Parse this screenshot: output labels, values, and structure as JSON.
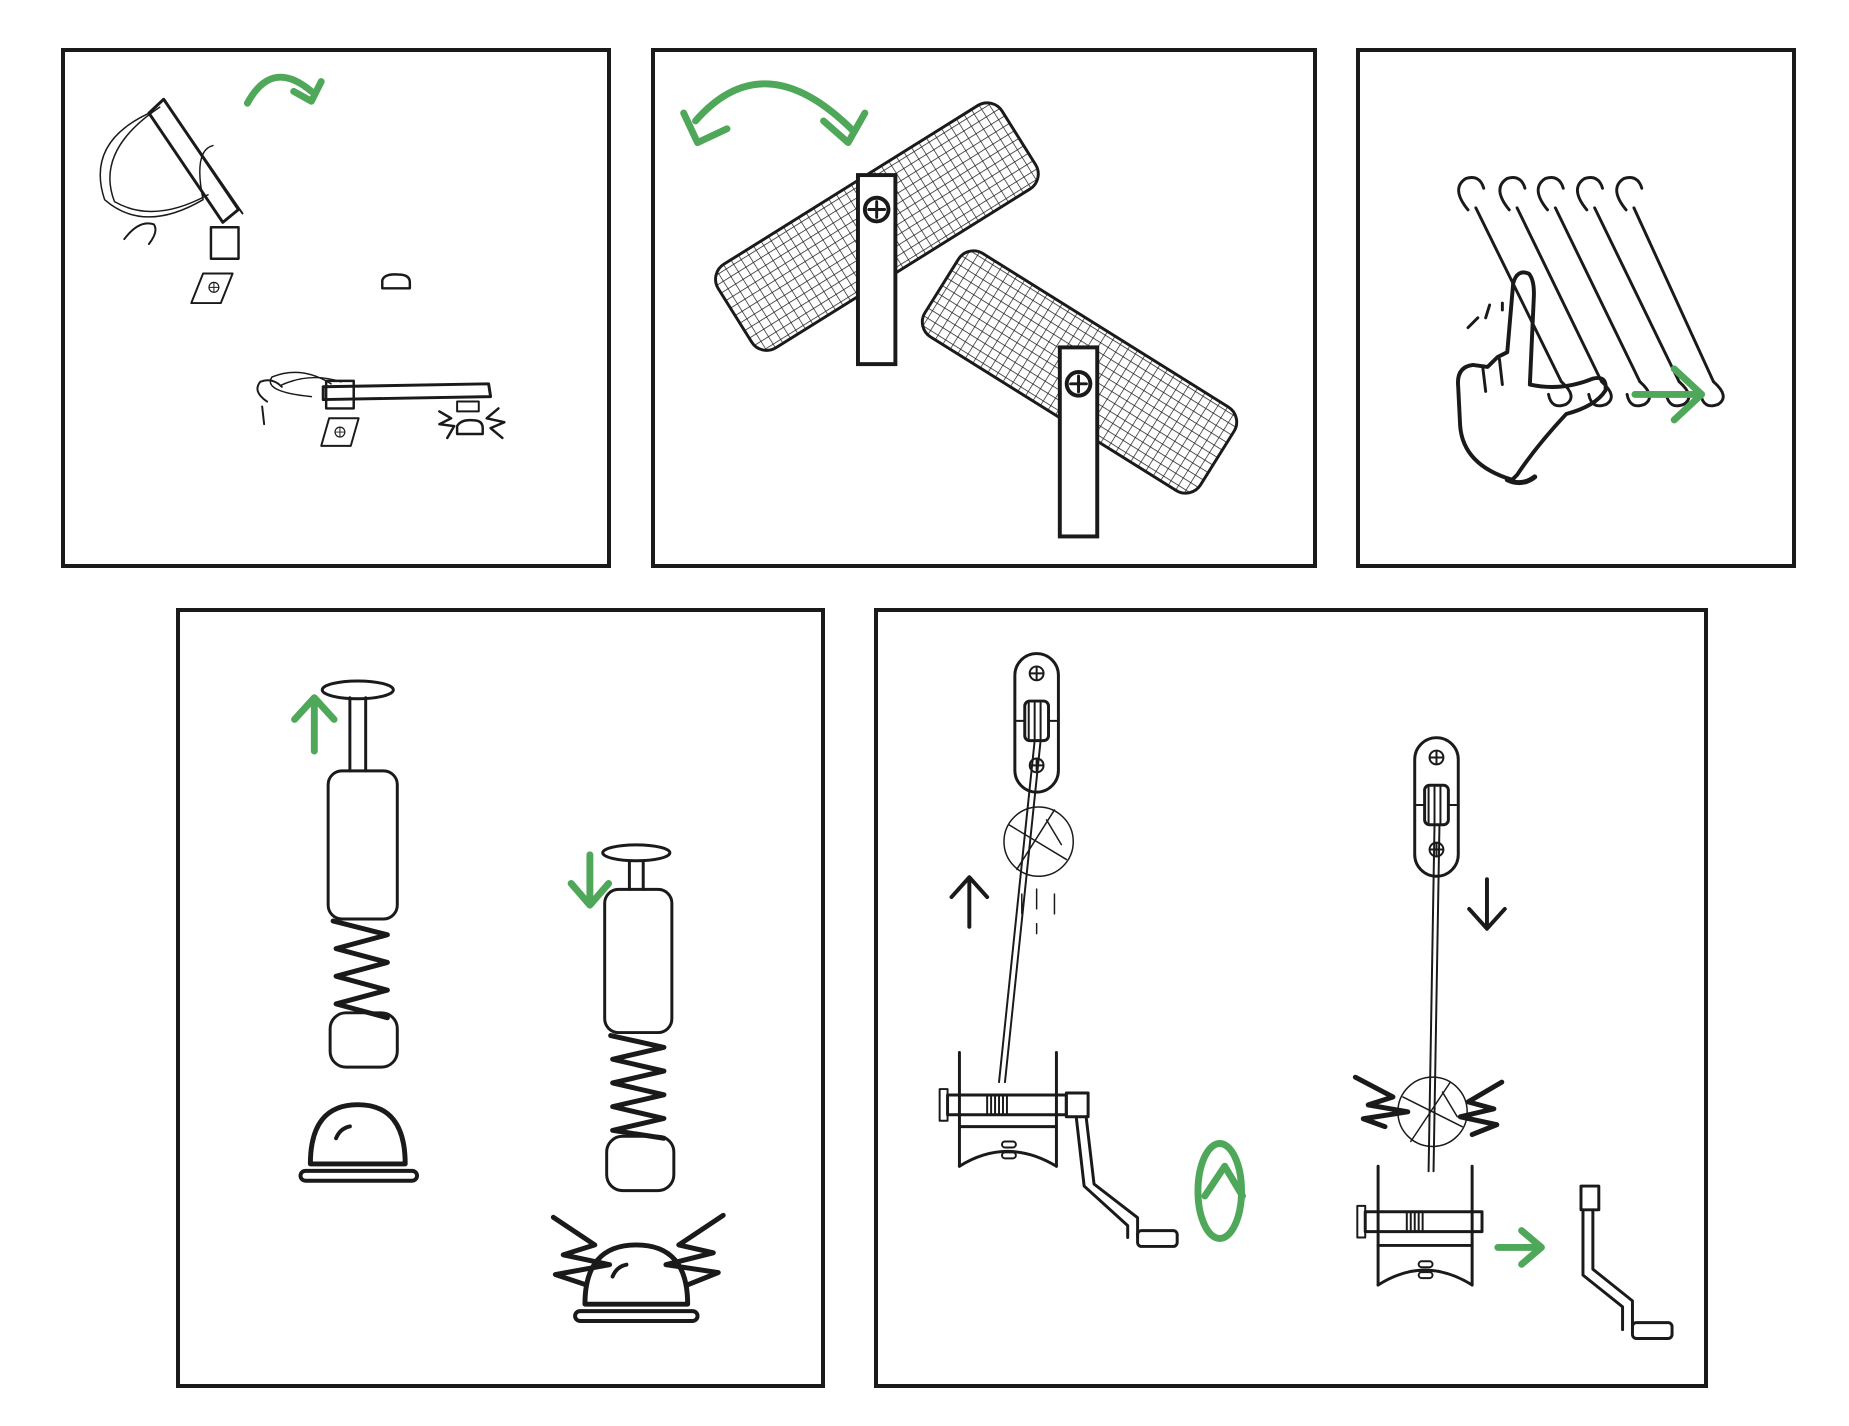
{
  "figure": {
    "panel_count": 5,
    "colors": {
      "ink": "#1a1a1a",
      "accent": "#4fa85a",
      "background": "#ffffff"
    },
    "panels": [
      {
        "id": "panel-1",
        "content": [
          "lever-arm",
          "hinge-plate",
          "small-block",
          "impact-burst",
          "clockwise-arrow-icon"
        ]
      },
      {
        "id": "panel-2",
        "content": [
          "mesh-roller",
          "mounting-bracket",
          "swing-arrow-icon"
        ]
      },
      {
        "id": "panel-3",
        "content": [
          "hooked-rods",
          "pointing-hand-icon",
          "right-arrow-icon"
        ]
      },
      {
        "id": "panel-4",
        "content": [
          "plunger",
          "spring",
          "service-bell",
          "up-arrow-icon",
          "down-arrow-icon",
          "impact-burst"
        ]
      },
      {
        "id": "panel-5",
        "content": [
          "pulley",
          "reel",
          "crank-handle",
          "ball",
          "rotate-arrow-icon",
          "up-arrow-icon",
          "down-arrow-icon",
          "right-arrow-icon",
          "impact-burst"
        ]
      }
    ]
  }
}
